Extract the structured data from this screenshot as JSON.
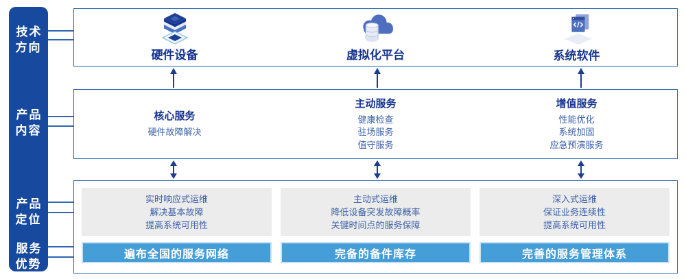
{
  "colors": {
    "sidebar_bg": "#17499E",
    "frame_border": "#2E64B0",
    "heading_text": "#15338E",
    "body_text": "#3C5FA8",
    "banner_bg": "#469ED8",
    "banner_border": "#C9E2F4",
    "banner_text": "#FFFFFF",
    "gray_box_bg": "#ECECEC",
    "arrow": "#1C3C92"
  },
  "sidebar": {
    "items": [
      {
        "line1": "技术",
        "line2": "方向"
      },
      {
        "line1": "产品",
        "line2": "内容"
      },
      {
        "line1": "产品",
        "line2": "定位"
      },
      {
        "line1": "服务",
        "line2": "优势"
      }
    ]
  },
  "tech_row": {
    "items": [
      {
        "icon": "hardware-stack-icon",
        "label": "硬件设备"
      },
      {
        "icon": "cloud-database-icon",
        "label": "虚拟化平台"
      },
      {
        "icon": "code-window-icon",
        "label": "系统软件"
      }
    ]
  },
  "content_row": {
    "columns": [
      {
        "title": "核心服务",
        "items": [
          "硬件故障解决"
        ]
      },
      {
        "title": "主动服务",
        "items": [
          "健康检查",
          "驻场服务",
          "值守服务"
        ]
      },
      {
        "title": "增值服务",
        "items": [
          "性能优化",
          "系统加固",
          "应急预演服务"
        ]
      }
    ]
  },
  "position_row": {
    "columns": [
      {
        "lines": [
          "实时响应式运维",
          "解决基本故障",
          "提高系统可用性"
        ],
        "banner": "遍布全国的服务网络"
      },
      {
        "lines": [
          "主动式运维",
          "降低设备突发故障概率",
          "关键时间点的服务保障"
        ],
        "banner": "完备的备件库存"
      },
      {
        "lines": [
          "深入式运维",
          "保证业务连续性",
          "提高系统可用性"
        ],
        "banner": "完善的服务管理体系"
      }
    ]
  }
}
